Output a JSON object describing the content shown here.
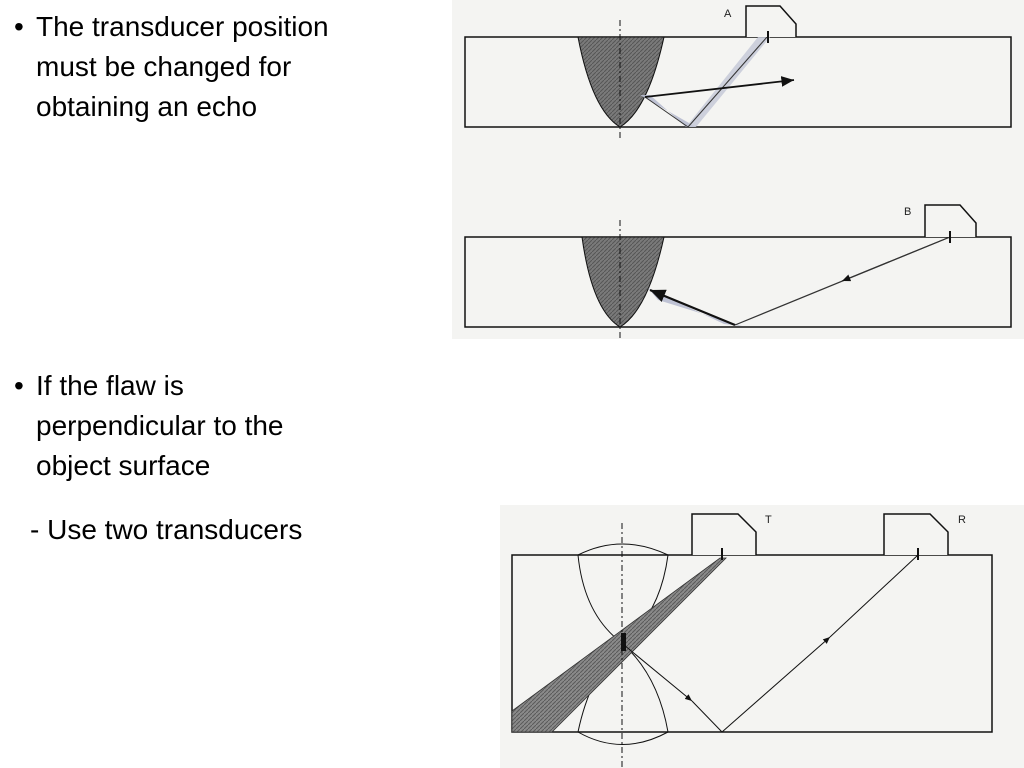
{
  "bullets": [
    {
      "lines": [
        "The transducer position",
        "must be changed for",
        "obtaining an echo"
      ]
    },
    {
      "lines": [
        "If the flaw is",
        "perpendicular to the",
        "object surface"
      ]
    }
  ],
  "bullet_symbol": "•",
  "sub_item": "- Use two transducers",
  "figures": {
    "top": {
      "label_a": "A",
      "label_b": "B"
    },
    "bottom": {
      "label_t": "T",
      "label_r": "R"
    }
  },
  "colors": {
    "ink": "#111111",
    "flaw_fill": "#6e6e6e",
    "beam": "#b8bcd0",
    "paper": "#f4f4f2"
  }
}
